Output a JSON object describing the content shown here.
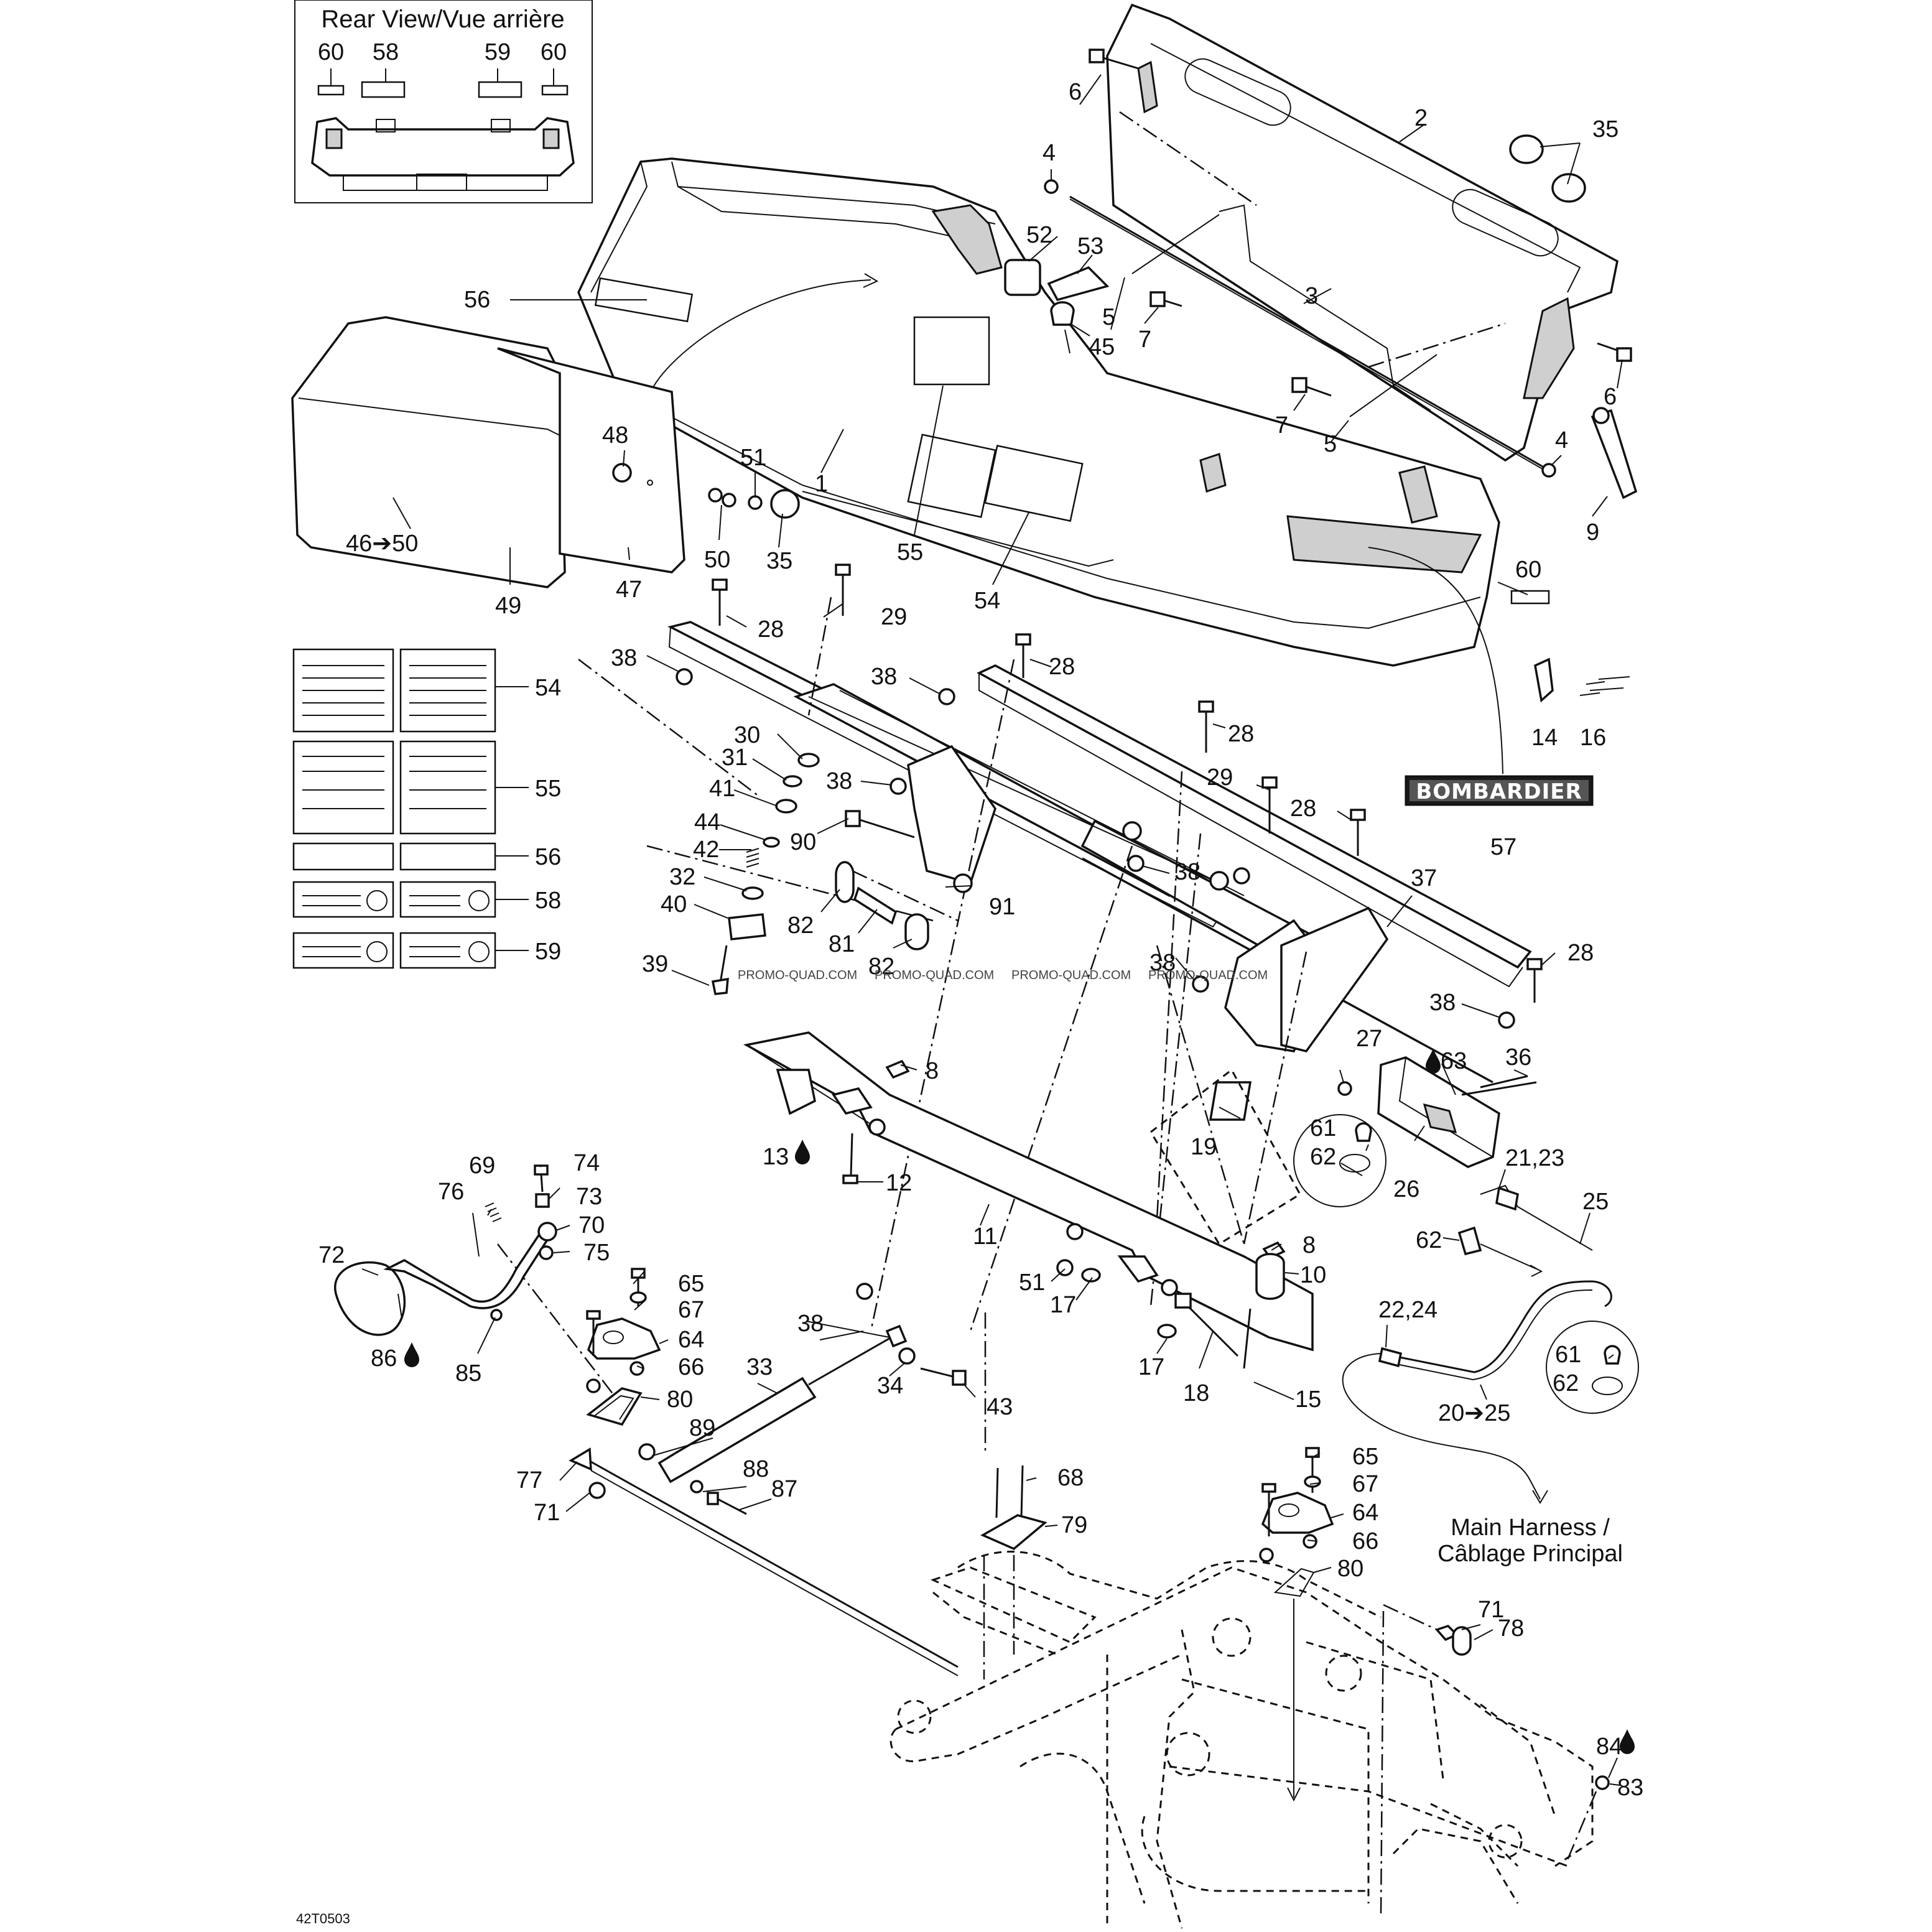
{
  "diagram_id": "42T0503",
  "inset": {
    "title": "Rear View/Vue arrière",
    "callouts": [
      "60",
      "58",
      "59",
      "60"
    ]
  },
  "brand_decal": "BOMBARDIER",
  "notes": {
    "main_harness_line1": "Main Harness /",
    "main_harness_line2": "Câblage Principal"
  },
  "watermark": "PROMO-QUAD.COM",
  "callouts": {
    "c1": "1",
    "c2": "2",
    "c3": "3",
    "c4a": "4",
    "c4b": "4",
    "c5a": "5",
    "c5b": "5",
    "c6a": "6",
    "c6b": "6",
    "c7a": "7",
    "c7b": "7",
    "c8a": "8",
    "c8b": "8",
    "c9": "9",
    "c10": "10",
    "c11": "11",
    "c12": "12",
    "c13": "13",
    "c14": "14",
    "c15": "15",
    "c16": "16",
    "c17a": "17",
    "c17b": "17",
    "c18": "18",
    "c19": "19",
    "c20_25": "20➔25",
    "c21_23": "21,23",
    "c22_24": "22,24",
    "c25": "25",
    "c26": "26",
    "c27": "27",
    "c28a": "28",
    "c28b": "28",
    "c28c": "28",
    "c28d": "28",
    "c28e": "28",
    "c29a": "29",
    "c29b": "29",
    "c30": "30",
    "c31": "31",
    "c32": "32",
    "c33": "33",
    "c34": "34",
    "c35a": "35",
    "c35b": "35",
    "c36": "36",
    "c37": "37",
    "c38a": "38",
    "c38b": "38",
    "c38c": "38",
    "c38d": "38",
    "c38e": "38",
    "c38f": "38",
    "c38g": "38",
    "c39": "39",
    "c40": "40",
    "c41": "41",
    "c42": "42",
    "c43": "43",
    "c44": "44",
    "c45": "45",
    "c46_50": "46➔50",
    "c47": "47",
    "c48": "48",
    "c49": "49",
    "c50": "50",
    "c51a": "51",
    "c51b": "51",
    "c52": "52",
    "c53": "53",
    "c54a": "54",
    "c54b": "54",
    "c55a": "55",
    "c55b": "55",
    "c56a": "56",
    "c56b": "56",
    "c57": "57",
    "c58": "58",
    "c59": "59",
    "c60": "60",
    "c61a": "61",
    "c61b": "61",
    "c62a": "62",
    "c62b": "62",
    "c62c": "62",
    "c63": "63",
    "c64a": "64",
    "c64b": "64",
    "c65a": "65",
    "c65b": "65",
    "c66a": "66",
    "c66b": "66",
    "c67a": "67",
    "c67b": "67",
    "c68": "68",
    "c69": "69",
    "c70": "70",
    "c71a": "71",
    "c71b": "71",
    "c72": "72",
    "c73": "73",
    "c74": "74",
    "c75": "75",
    "c76": "76",
    "c77": "77",
    "c78": "78",
    "c79": "79",
    "c80a": "80",
    "c80b": "80",
    "c81": "81",
    "c82a": "82",
    "c82b": "82",
    "c83": "83",
    "c84": "84",
    "c85": "85",
    "c86": "86",
    "c87": "87",
    "c88": "88",
    "c89": "89",
    "c90": "90",
    "c91": "91"
  }
}
